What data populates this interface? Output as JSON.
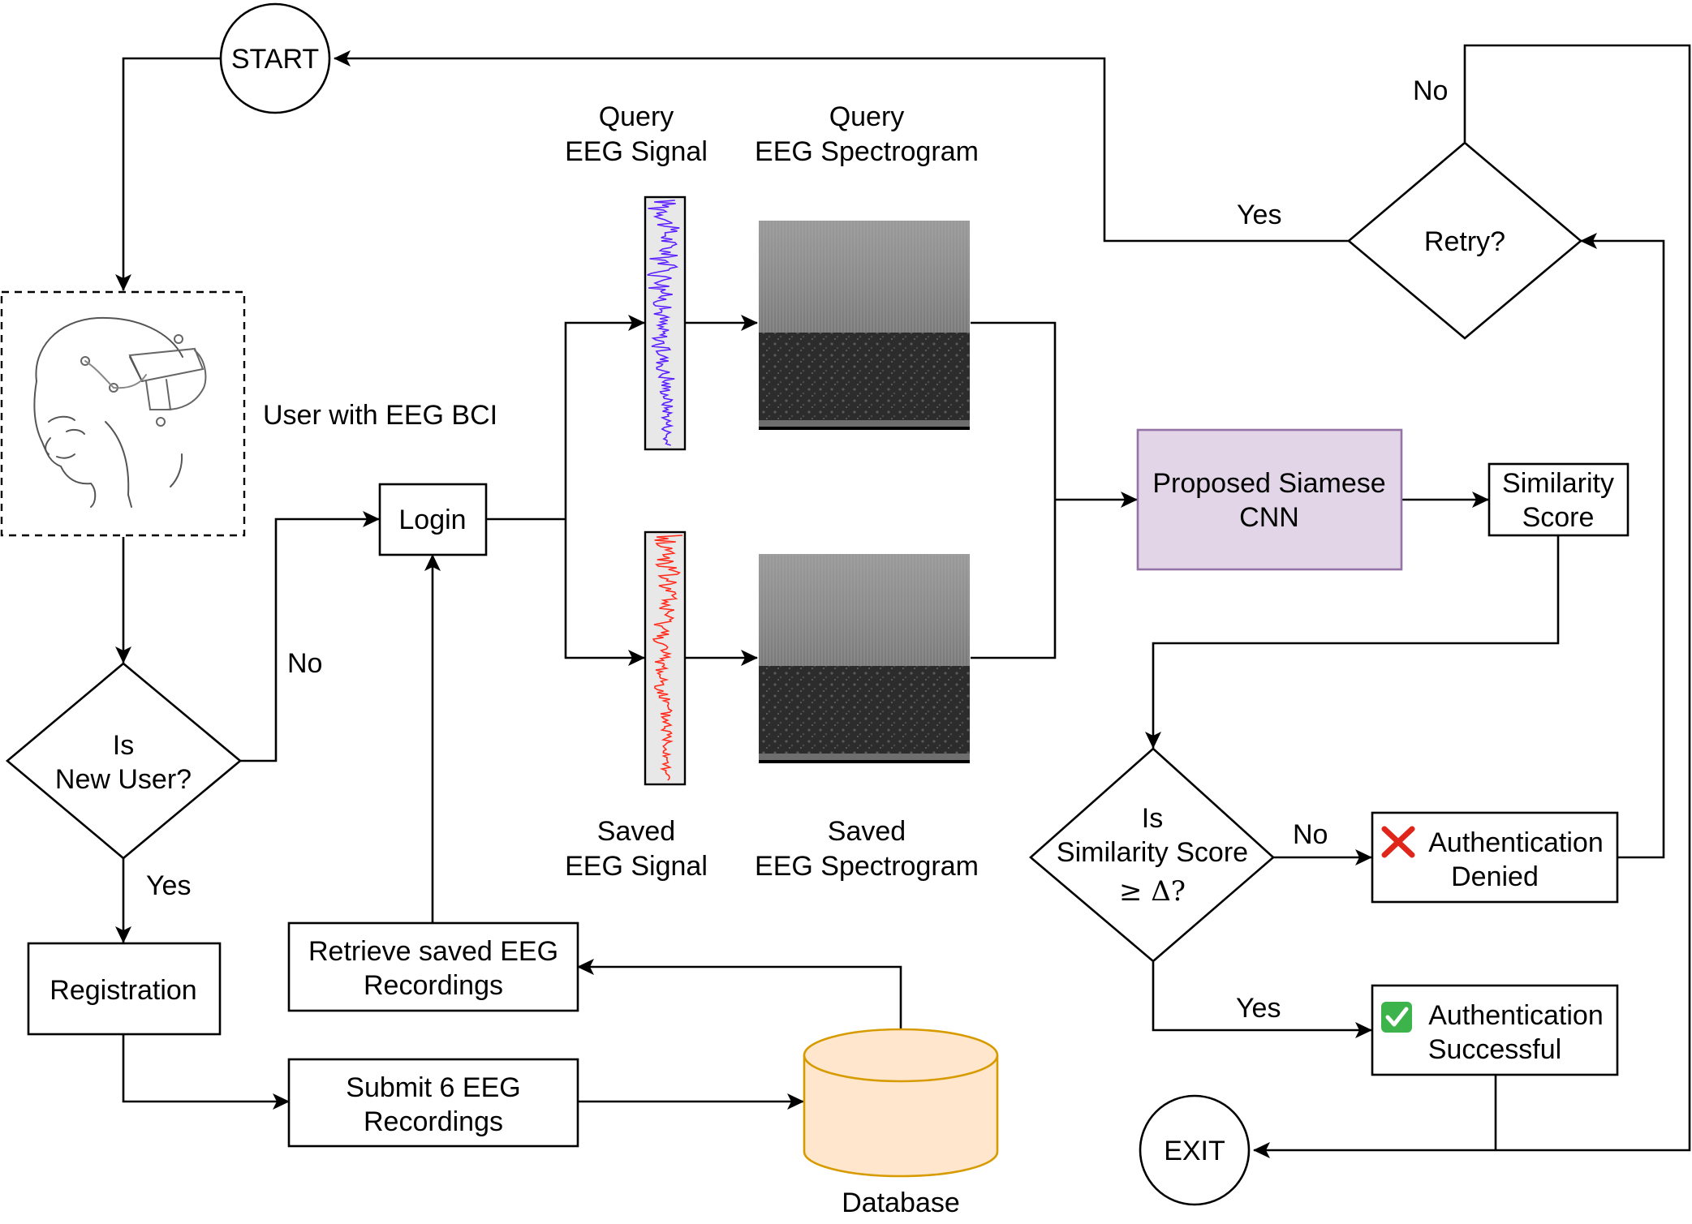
{
  "nodes": {
    "start": "START",
    "exit": "EXIT",
    "user_caption": "User with EEG BCI",
    "login": "Login",
    "new_user_q": [
      "Is",
      "New User?"
    ],
    "registration": "Registration",
    "retrieve": [
      "Retrieve saved EEG",
      "Recordings"
    ],
    "submit": [
      "Submit 6 EEG",
      "Recordings"
    ],
    "database": "Database",
    "query_signal": [
      "Query",
      "EEG Signal"
    ],
    "query_spectrogram": [
      "Query",
      "EEG Spectrogram"
    ],
    "saved_signal": [
      "Saved",
      "EEG Signal"
    ],
    "saved_spectrogram": [
      "Saved",
      "EEG Spectrogram"
    ],
    "siamese": [
      "Proposed Siamese",
      "CNN"
    ],
    "similarity": [
      "Similarity",
      "Score"
    ],
    "threshold_q": [
      "Is",
      "Similarity Score",
      "≥ Δ?"
    ],
    "denied": [
      "❌ Authentication",
      "Denied"
    ],
    "success": [
      "✅ Authentication",
      "Successful"
    ],
    "retry_q": "Retry?"
  },
  "edge_labels": {
    "new_user_no": "No",
    "new_user_yes": "Yes",
    "threshold_no": "No",
    "threshold_yes": "Yes",
    "retry_yes": "Yes",
    "retry_no": "No"
  },
  "icons": {
    "user_head": "eeg-headset-user-sketch",
    "query_signal": "eeg-waveform-blue",
    "saved_signal": "eeg-waveform-red",
    "spectrogram": "spectrogram-grayscale",
    "database": "database-cylinder",
    "cross": "cross-mark",
    "check": "check-mark"
  },
  "colors": {
    "siamese_fill": "#e1d5e7",
    "siamese_stroke": "#9673a6",
    "database_fill": "#ffe6cc",
    "database_stroke": "#d79b00",
    "query_wave": "#5a1eff",
    "saved_wave": "#ff2a1a"
  }
}
